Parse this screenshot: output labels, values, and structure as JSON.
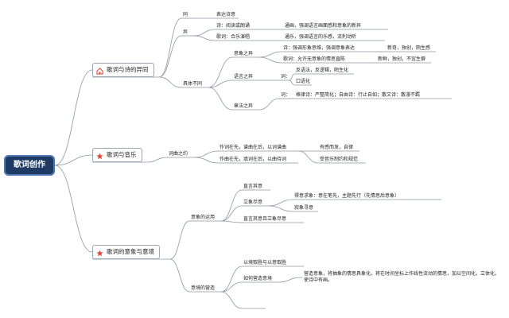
{
  "root": "歌词创作",
  "icons": {
    "b1": "house-icon",
    "b2": "star-icon",
    "b3": "star-icon"
  },
  "colors": {
    "root_bg": "#1f3b63",
    "line": "#8c96a0",
    "house": "#e0473c",
    "star": "#e0473c"
  },
  "b1": {
    "label": "歌词与诗的异同",
    "tong": "同",
    "tong_1": "表达诗意",
    "yi": "异",
    "yi_shi": "诗：阅读或朗诵",
    "yi_shi_d": "通画，强调语言画面感和意象的新异",
    "yi_ge": "歌词：合乐演唱",
    "yi_ge_d": "通乐，强调语言的乐感，流利动听",
    "jt": "具体不同",
    "yx": "意象之异",
    "yx_shi": "诗：强调形象思维，强调意象表达",
    "yx_shi_d": "新奇，独创，陌生感",
    "yx_ge": "歌词：允许无意象的情思直陈",
    "yx_ge_d": "新鲜，独创，不宜生僻",
    "yy": "语言之异",
    "yy_ci": "词：",
    "yy_1": "反语法，反逻辑，陌生化",
    "yy_2": "口语化",
    "zf": "章法之异",
    "zf_ci": "词：",
    "zf_1": "格律诗：严整简化；自由诗：行止自如；散文诗：散漫不羁"
  },
  "b2": {
    "label": "歌词与音乐",
    "cqzy": "词曲之约",
    "c1": "作词在先，谱曲在后，以词谱曲",
    "c1_d": "有感而发，自律",
    "c2": "作曲在先，填词在后，以曲待词",
    "c2_d": "受音乐制约和规范"
  },
  "b3": {
    "label": "歌词的意象与意境",
    "yxyy": "意象的运用",
    "zyqy": "直言其意",
    "lxjy": "立象尽意",
    "lx_1": "得意求象：意在笔先，主题先行（先情思后意象）",
    "lx_2": "寂象寻意",
    "zyqy2": "直言其意且立象尽意",
    "yjyz": "意境的营造",
    "yj_1": "以境取胜与以意取胜",
    "yj_2": "如何营造意境",
    "yj_2_d": "营造意象，将抽象的情思具象化，将在时间坐标上作线性流动的情思，加以空间化，立体化，使诗中有画。"
  }
}
